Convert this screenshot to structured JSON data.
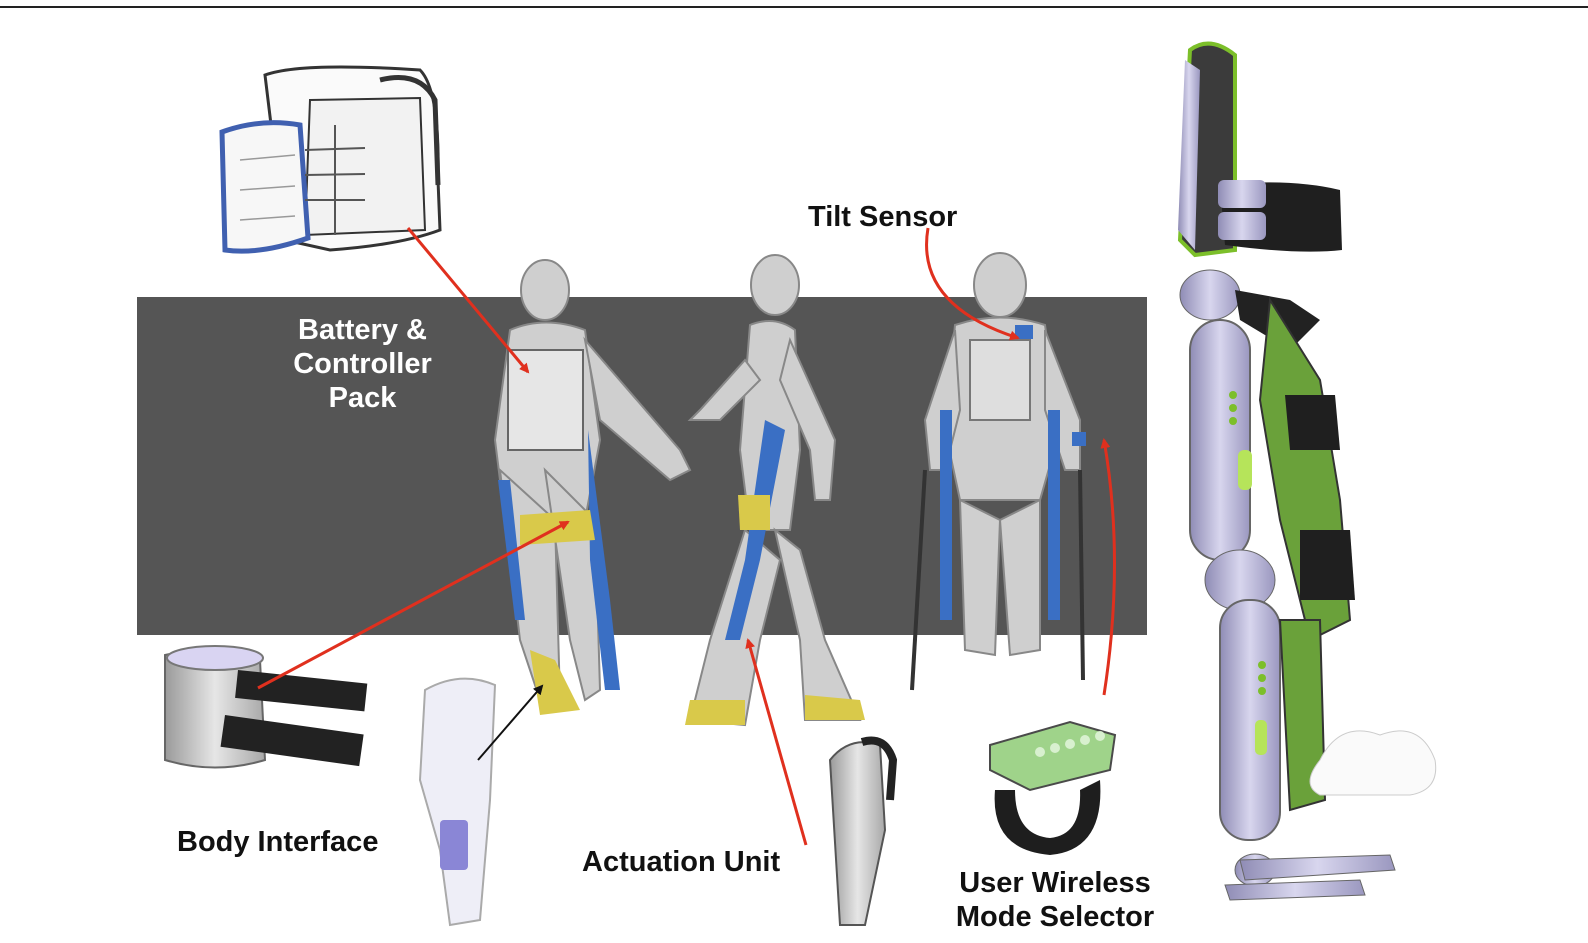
{
  "labels": {
    "tilt_sensor": "Tilt Sensor",
    "battery_line1": "Battery &",
    "battery_line2": "Controller",
    "battery_line3": "Pack",
    "body_interface": "Body Interface",
    "actuation_unit": "Actuation Unit",
    "wireless_line1": "User Wireless",
    "wireless_line2": "Mode  Selector"
  },
  "colors": {
    "backdrop": "#555555",
    "arrow_red": "#e0301e",
    "arrow_black": "#111111",
    "exo_blue": "#3a6fc4",
    "exo_yellow": "#d9c94a",
    "frame_green": "#7cbf2a",
    "frame_lavender": "#b9b6d6",
    "strap_dark": "#222222"
  },
  "icons": [
    "backpack-icon",
    "exoskeleton-figure-icon",
    "cuff-icon",
    "shin-guard-icon",
    "actuator-icon",
    "wrist-remote-icon",
    "exoskeleton-render-icon"
  ]
}
